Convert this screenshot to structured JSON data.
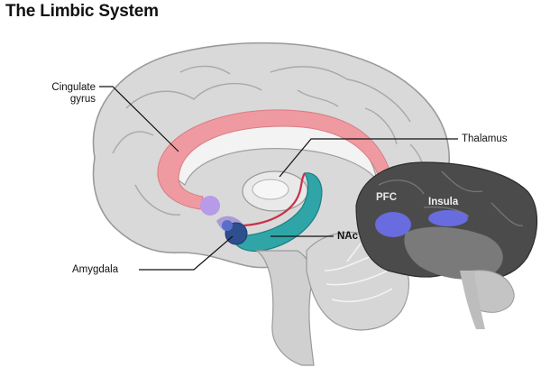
{
  "title": "The Limbic System",
  "labels": {
    "cingulate_gyrus": "Cingulate\ngyrus",
    "thalamus": "Thalamus",
    "nac": "NAc",
    "amygdala": "Amygdala",
    "pfc": "PFC",
    "insula": "Insula"
  },
  "colors": {
    "cingulate": "#ef9aa0",
    "thalamus": "#e6e6e6",
    "hippocampus": "#2fa5a8",
    "amygdala": "#2d4f8e",
    "nac": "#5a6ec8",
    "septal": "#b79ae8",
    "pfc": "#6a6ee6",
    "insula": "#6a6ee6",
    "brain_gray": "#d6d6d6",
    "outline": "#9a9a9a"
  }
}
